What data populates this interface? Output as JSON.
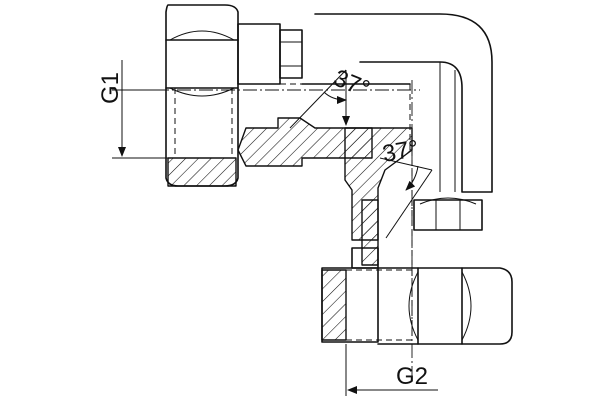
{
  "drawing": {
    "labels": {
      "thread_1": "G1",
      "thread_2": "G2",
      "cone_angle_1": "37°",
      "cone_angle_2": "37°"
    },
    "colors": {
      "line": "#111111",
      "background": "#ffffff"
    }
  }
}
